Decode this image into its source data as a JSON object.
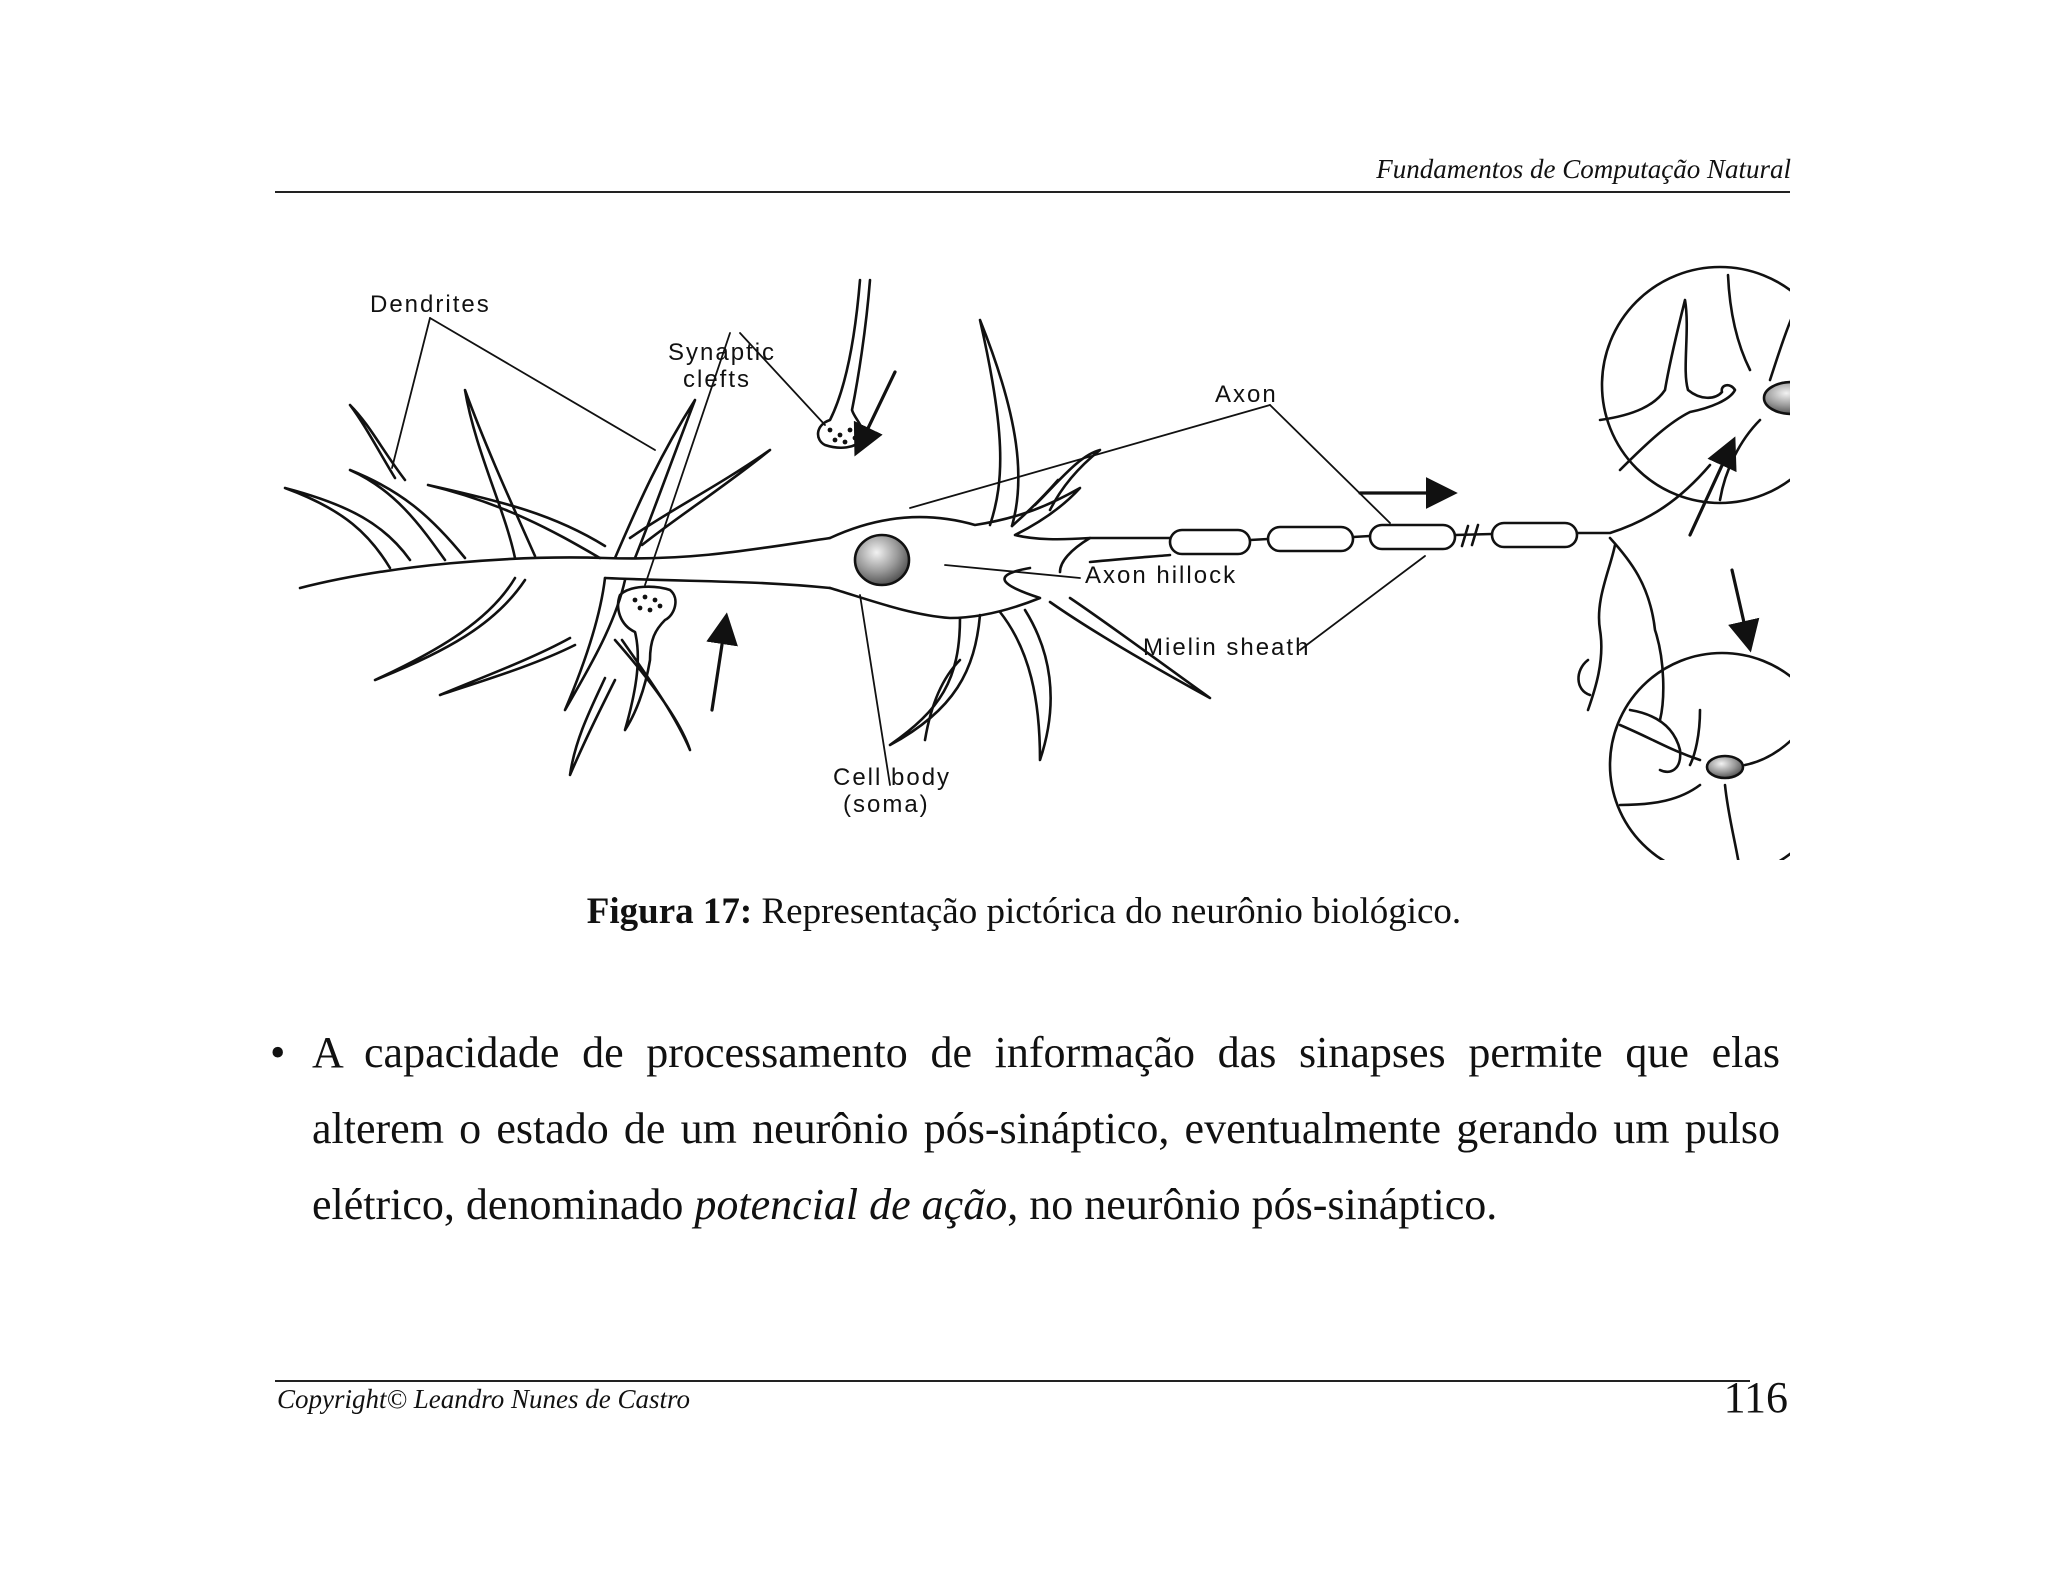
{
  "header": {
    "title": "Fundamentos de Computação Natural"
  },
  "figure": {
    "labels": {
      "dendrites": "Dendrites",
      "synaptic_1": "Synaptic",
      "synaptic_2": "clefts",
      "axon": "Axon",
      "axon_hillock": "Axon hillock",
      "mielin_sheath": "Mielin sheath",
      "cell_body_1": "Cell body",
      "cell_body_2": "(soma)"
    },
    "caption_label": "Figura 17:",
    "caption_text": " Representação pictórica do neurônio biológico."
  },
  "body": {
    "bullet_symbol": "•",
    "text_before": "A capacidade de processamento de informação das sinapses permite que elas alterem o estado de um neurônio pós-sináptico, eventualmente gerando um pulso elétrico, denominado ",
    "text_emphasis": "potencial de ação",
    "text_after": ", no neurônio pós-sináptico."
  },
  "footer": {
    "copyright": "Copyright© Leandro Nunes de Castro",
    "page_number": "116"
  }
}
